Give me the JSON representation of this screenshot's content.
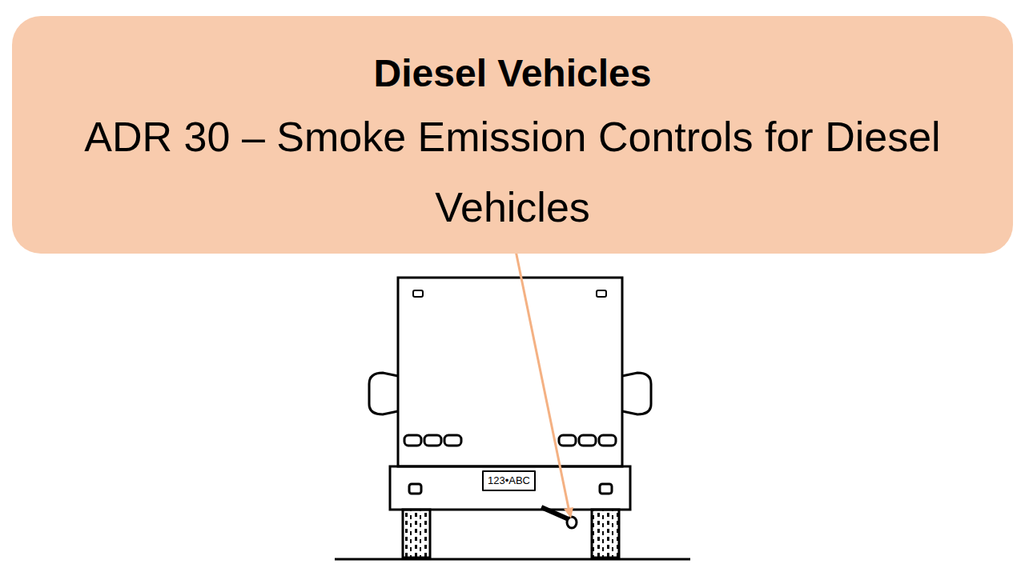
{
  "diagram": {
    "nodes": [
      {
        "text": [
          "Diesel Vehicles",
          "ADR 30 – Smoke Emission Controls for Diesel Vehicles"
        ]
      },
      {
        "text": [
          "123•ABC"
        ]
      }
    ]
  }
}
